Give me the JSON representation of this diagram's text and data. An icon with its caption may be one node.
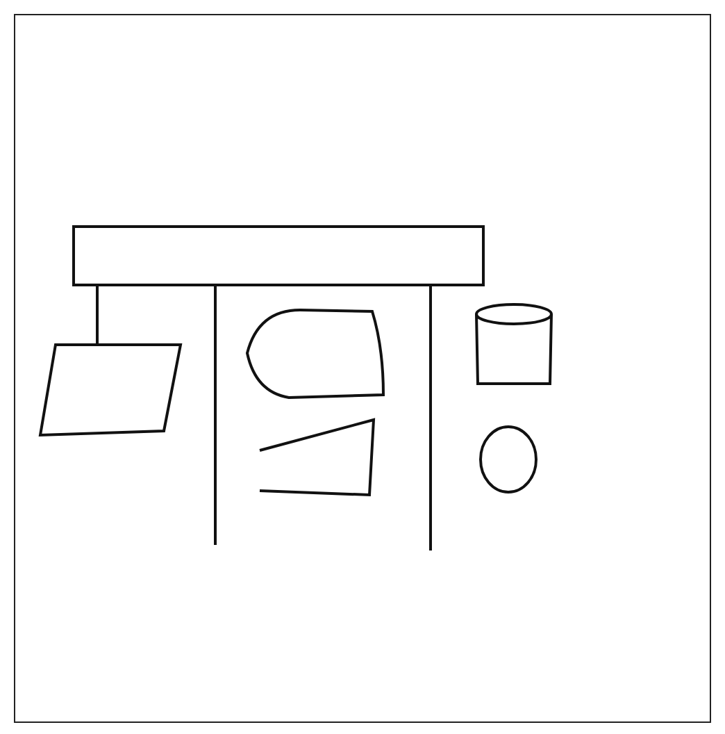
{
  "diagram": {
    "nodes": [
      {
        "text": [],
        "shape": "box"
      },
      {
        "text": [],
        "shape": "parallelogram"
      },
      {
        "text": [],
        "shape": "dome"
      },
      {
        "text": [],
        "shape": "wedge"
      },
      {
        "text": [],
        "shape": "cylinder"
      },
      {
        "text": [],
        "shape": "circle"
      }
    ],
    "edges": [
      {
        "from": 0,
        "to": 1,
        "arrow": "none"
      },
      {
        "from": 0,
        "to": null,
        "arrow": "none"
      },
      {
        "from": 0,
        "to": null,
        "arrow": "none"
      }
    ]
  }
}
